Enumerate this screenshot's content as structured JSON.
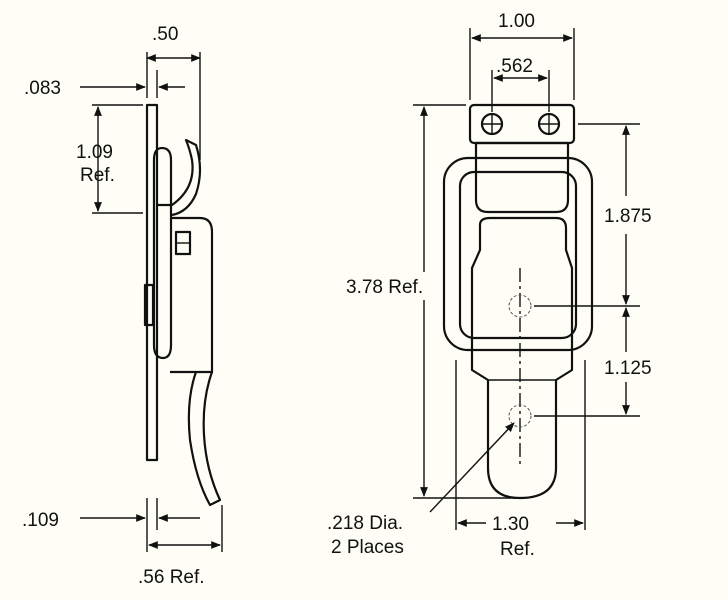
{
  "dimensions": {
    "side_top_width": ".50",
    "side_thickness": ".083",
    "side_hook_height_line1": "1.09",
    "side_hook_height_line2": "Ref.",
    "side_bottom_thickness": ".109",
    "side_overall_depth": ".56 Ref.",
    "front_overall_width": "1.00",
    "front_hole_spacing": ".562",
    "front_overall_length": "3.78 Ref.",
    "front_upper_length": "1.875",
    "front_hole_to_hole": "1.125",
    "front_hole_note_line1": ".218 Dia.",
    "front_hole_note_line2": "2 Places",
    "front_bottom_width_line1": "1.30",
    "front_bottom_width_line2": "Ref."
  },
  "colors": {
    "line": "#111111",
    "background": "#fefef6"
  }
}
